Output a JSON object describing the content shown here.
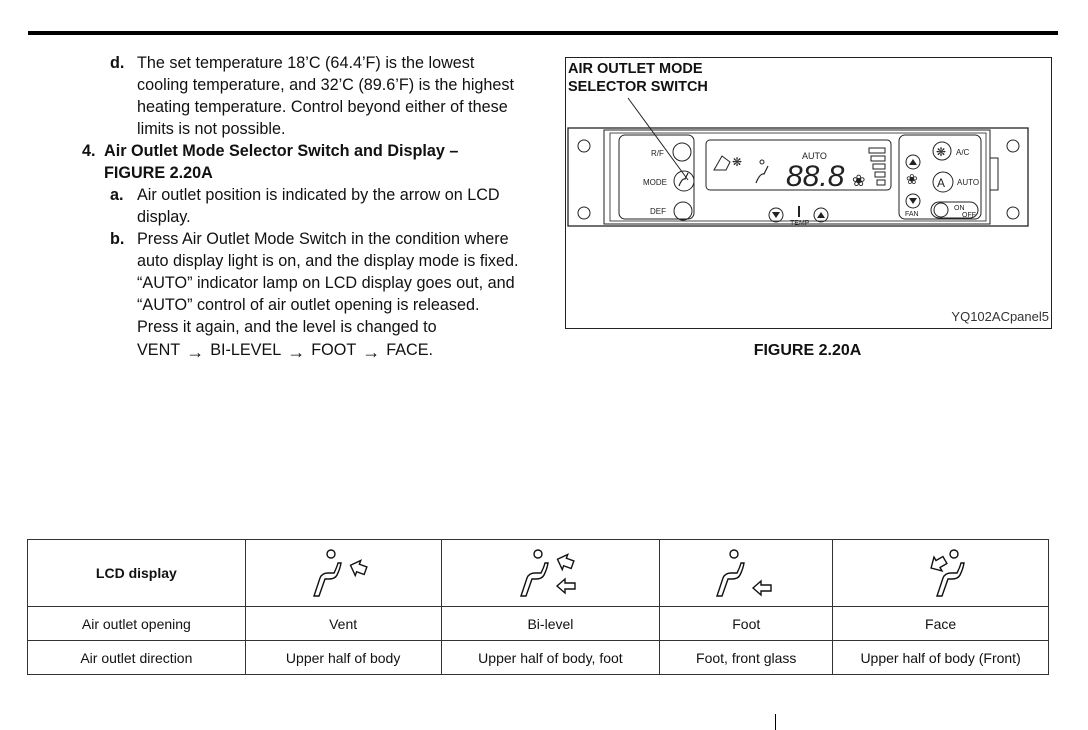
{
  "item_d": {
    "label": "d.",
    "text": "The set temperature 18’C (64.4’F) is the lowest cooling temperature, and 32’C (89.6’F) is the highest heating temperature. Control beyond either of these limits is not possible."
  },
  "section4": {
    "number": "4.",
    "title": "Air Outlet Mode Selector Switch and Display – FIGURE 2.20A"
  },
  "item_a": {
    "label": "a.",
    "text": "Air outlet position is indicated by the arrow on LCD display."
  },
  "item_b": {
    "label": "b.",
    "text": "Press Air Outlet Mode Switch in the condition where auto display light is on, and the display mode is fixed. “AUTO” indicator lamp on LCD display goes out, and “AUTO” control of air outlet opening is released.",
    "text2": "Press it again, and the level is changed to",
    "sequence": [
      "VENT",
      "BI-LEVEL",
      "FOOT",
      "FACE."
    ]
  },
  "figure": {
    "label_line1": "AIR OUTLET MODE",
    "label_line2": "SELECTOR SWITCH",
    "image_id": "YQ102ACpanel5",
    "caption": "FIGURE 2.20A",
    "panel_labels": {
      "rf": "R/F",
      "mode": "MODE",
      "def": "DEF",
      "auto_lcd": "AUTO",
      "digits": "88.8",
      "temp": "TEMP",
      "ac": "A/C",
      "auto": "AUTO",
      "fan": "FAN",
      "on": "ON",
      "off": "OFF"
    }
  },
  "table": {
    "header": "LCD display",
    "rows": [
      {
        "label": "Air outlet opening",
        "values": [
          "Vent",
          "Bi-level",
          "Foot",
          "Face"
        ]
      },
      {
        "label": "Air outlet direction",
        "values": [
          "Upper half of body",
          "Upper half of body, foot",
          "Foot, front glass",
          "Upper half of body (Front)"
        ]
      }
    ],
    "icons": [
      "vent-mode-icon",
      "bi-level-mode-icon",
      "foot-mode-icon",
      "face-mode-icon"
    ]
  }
}
